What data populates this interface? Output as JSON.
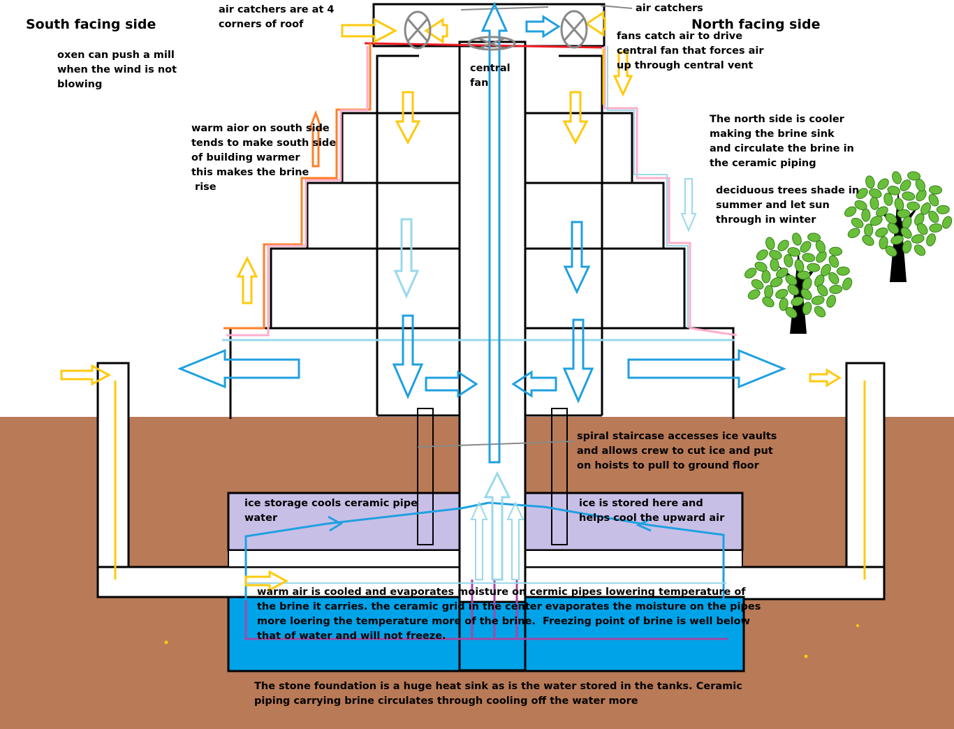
{
  "labels": {
    "south": "South facing side",
    "north": "North facing side",
    "air_catchers_corners": "air catchers are at 4\ncorners of roof",
    "air_catchers": "air catchers",
    "fans_catch": "fans catch air to drive\ncentral fan that forces air\nup through central vent",
    "central_fan": "central\nfan",
    "oxen": "oxen can push a mill\nwhen the wind is not\nblowing",
    "warm_south": "warm aior on south side\ntends to make south side\nof building warmer\nthis makes the brine\n rise",
    "north_cooler": "The north side is cooler\nmaking the brine sink\nand circulate the brine in\nthe ceramic piping",
    "trees": "deciduous trees shade in\nsummer and let sun\nthrough in winter",
    "staircase": "spiral staircase accesses ice vaults\nand allows crew to cut ice and put\non hoists to pull to ground floor",
    "ice_storage": "ice storage cools ceramic pipe\nwater",
    "ice_stored": "ice is stored here and\nhelps cool the upward air",
    "warm_air_cooled": "warm air is cooled and evaporates moisture on cermic pipes lowering temperature of\nthe brine it carries. the ceramic grid in the center evaporates the moisture on the pipes\nmore loering the temperature more of the brine.  Freezing point of brine is well below\nthat of water and will not freeze.",
    "foundation": "The stone foundation is a huge heat sink as is the water stored in the tanks. Ceramic\npiping carrying brine circulates through cooling off the water more"
  },
  "colors": {
    "ground": "#b97a57",
    "ice": "#c8bfe7",
    "water": "#00a2e8",
    "air_cool": "#1fa0e0",
    "air_light": "#99d9ea",
    "air_warm": "#ffc90e",
    "brine_warm": "#ff7f27",
    "brine_pink": "#ffaec9",
    "brine_purple": "#a349a4",
    "roof_line": "#ed1c24",
    "tree_leaf": "#6abf3a",
    "structure": "#000000"
  }
}
